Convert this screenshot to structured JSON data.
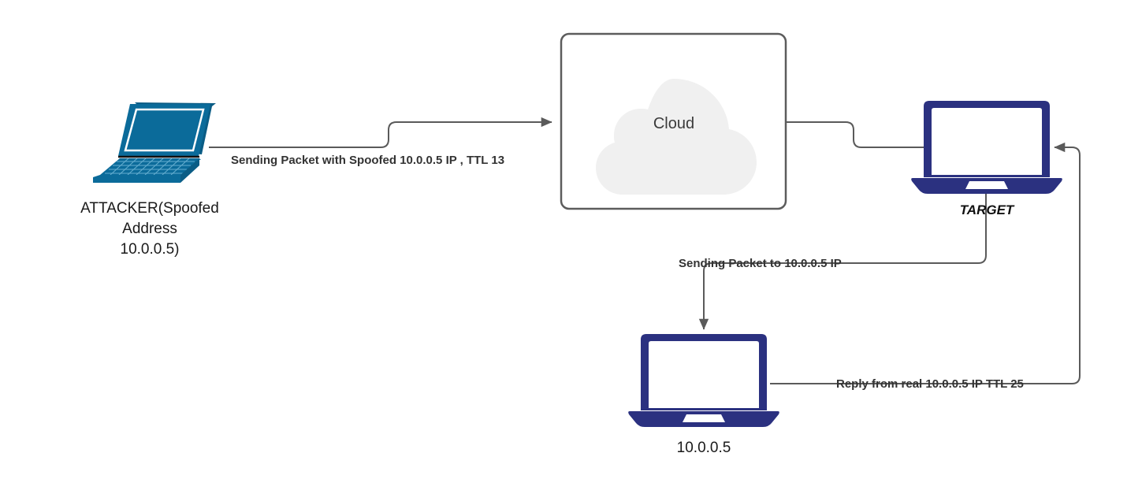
{
  "diagram": {
    "title": "IP Spoofing TTL Analysis Network Diagram",
    "background_color": "#ffffff",
    "colors": {
      "attacker_laptop": "#0b6b9a",
      "attacker_laptop_dark": "#0a5c85",
      "attacker_laptop_light": "#2a86b5",
      "target_laptop": "#2b3180",
      "victim_laptop": "#2b3180",
      "cloud_fill": "#f0f0f0",
      "edge_stroke": "#5a5a5a",
      "box_stroke": "#5c5c5c",
      "label_text": "#333333"
    },
    "nodes": [
      {
        "id": "attacker",
        "icon": "laptop-isometric-icon",
        "label_lines": [
          "ATTACKER(Spoofed",
          "Address",
          "10.0.0.5)"
        ]
      },
      {
        "id": "cloud",
        "icon": "cloud-icon",
        "label": "Cloud"
      },
      {
        "id": "target",
        "icon": "laptop-front-icon",
        "label": "TARGET"
      },
      {
        "id": "victim",
        "icon": "laptop-front-icon",
        "label": "10.0.0.5"
      }
    ],
    "edges": [
      {
        "id": "attacker-to-cloud",
        "from": "attacker",
        "to": "cloud",
        "label": "Sending Packet with Spoofed 10.0.0.5 IP , TTL 13",
        "arrow": true
      },
      {
        "id": "cloud-to-target",
        "from": "cloud",
        "to": "target",
        "label": "",
        "arrow": false
      },
      {
        "id": "target-to-victim",
        "from": "target",
        "to": "victim",
        "label": "Sending Packet to 10.0.0.5 IP",
        "arrow": true
      },
      {
        "id": "victim-to-target",
        "from": "victim",
        "to": "target",
        "label": "Reply from real 10.0.0.5 IP TTL 25",
        "arrow": true
      }
    ]
  }
}
